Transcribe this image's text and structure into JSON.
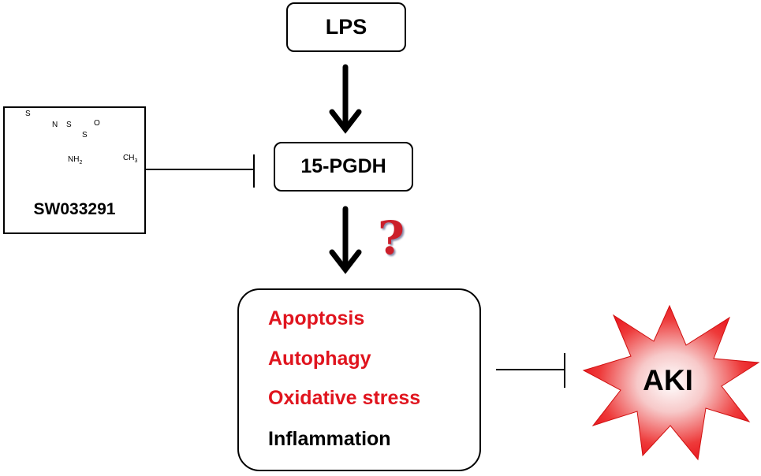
{
  "nodes": {
    "lps": "LPS",
    "pgdh": "15-PGDH",
    "drug_name": "SW033291",
    "aki": "AKI"
  },
  "molecule_labels": {
    "sulfur_thiophene": "S",
    "nitrogen": "N",
    "sulfur_ring": "S",
    "sulfur_oxide": "S",
    "oxygen": "O",
    "amine": "NH2",
    "methyl": "CH3"
  },
  "question_mark": "?",
  "effects": [
    {
      "label": "Apoptosis",
      "direction": "down",
      "color": "#e0141e"
    },
    {
      "label": "Autophagy",
      "direction": "up",
      "color": "#e0141e"
    },
    {
      "label": "Oxidative stress",
      "direction": "down",
      "color": "#e0141e"
    },
    {
      "label": "Inflammation",
      "direction": "none",
      "color": "#000000"
    }
  ],
  "colors": {
    "effect_red": "#e0141e",
    "indicator_blue": "#1f6fba",
    "question_red": "#cc1f2a",
    "aki_star_red": "#e8101a"
  }
}
